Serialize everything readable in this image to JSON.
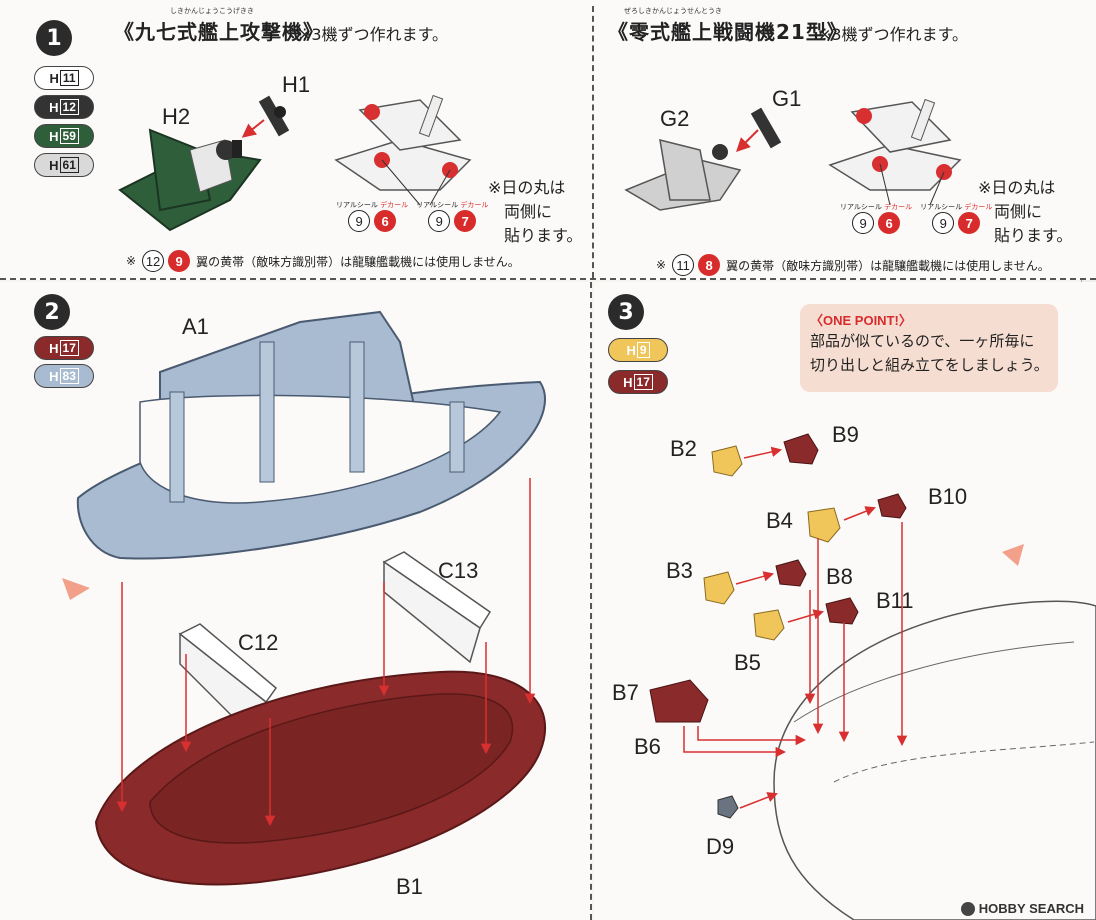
{
  "step1": {
    "number": "1",
    "left_title": "《九七式艦上攻撃機》",
    "left_note": "※3機ずつ作れます。",
    "left_title_furigana": "しきかんじょうこうげきき",
    "right_title": "《零式艦上戦闘機21型》",
    "right_note": "※3機ずつ作れます。",
    "right_title_furigana": "ぜろしきかんじょうせんとうき",
    "colors": [
      {
        "prefix": "H",
        "code": "11",
        "fill": "#ffffff",
        "text": "#222222"
      },
      {
        "prefix": "H",
        "code": "12",
        "fill": "#333333",
        "text": "#ffffff"
      },
      {
        "prefix": "H",
        "code": "59",
        "fill": "#2f5e3a",
        "text": "#ffffff"
      },
      {
        "prefix": "H",
        "code": "61",
        "fill": "#d9d9d9",
        "text": "#222222"
      }
    ],
    "labels": {
      "h1": "H1",
      "h2": "H2",
      "g1": "G1",
      "g2": "G2"
    },
    "hinomaru_left": [
      "※日の丸は",
      "両側に",
      "貼ります。"
    ],
    "hinomaru_right": [
      "※日の丸は",
      "両側に",
      "貼ります。"
    ],
    "decal_caption_seal": "リアルシール",
    "decal_caption_decal": "デカール",
    "left_decals": [
      {
        "seal": "9",
        "decal": "6"
      },
      {
        "seal": "9",
        "decal": "7"
      }
    ],
    "right_decals": [
      {
        "seal": "9",
        "decal": "6"
      },
      {
        "seal": "9",
        "decal": "7"
      }
    ],
    "left_foot": {
      "prefix": "※",
      "seal": "12",
      "decal": "9",
      "text": "翼の黄帯（敵味方識別帯）は龍驤艦載機には使用しません。"
    },
    "right_foot": {
      "prefix": "※",
      "seal": "11",
      "decal": "8",
      "text": "翼の黄帯（敵味方識別帯）は龍驤艦載機には使用しません。"
    }
  },
  "step2": {
    "number": "2",
    "colors": [
      {
        "prefix": "H",
        "code": "17",
        "fill": "#8a2a2a",
        "text": "#ffffff"
      },
      {
        "prefix": "H",
        "code": "83",
        "fill": "#a9bbd1",
        "text": "#ffffff"
      }
    ],
    "labels": {
      "a1": "A1",
      "c13": "C13",
      "c12": "C12",
      "b1": "B1"
    }
  },
  "step3": {
    "number": "3",
    "colors": [
      {
        "prefix": "H",
        "code": "9",
        "fill": "#f0c55a",
        "text": "#ffffff"
      },
      {
        "prefix": "H",
        "code": "17",
        "fill": "#8a2a2a",
        "text": "#ffffff"
      }
    ],
    "one_point": {
      "title": "〈ONE POINT!〉",
      "line1": "部品が似ているので、一ヶ所毎に",
      "line2": "切り出しと組み立てをしましょう。"
    },
    "labels": {
      "b2": "B2",
      "b9": "B9",
      "b4": "B4",
      "b10": "B10",
      "b3": "B3",
      "b8": "B8",
      "b11": "B11",
      "b5": "B5",
      "b7": "B7",
      "b6": "B6",
      "d9": "D9"
    }
  },
  "watermark": "HOBBY SEARCH",
  "palette": {
    "arrow": "#d83030",
    "gray_part": "#a9bbd1",
    "maroon": "#8a2a2a",
    "yellow": "#f0c55a",
    "green": "#2f5e3a"
  }
}
